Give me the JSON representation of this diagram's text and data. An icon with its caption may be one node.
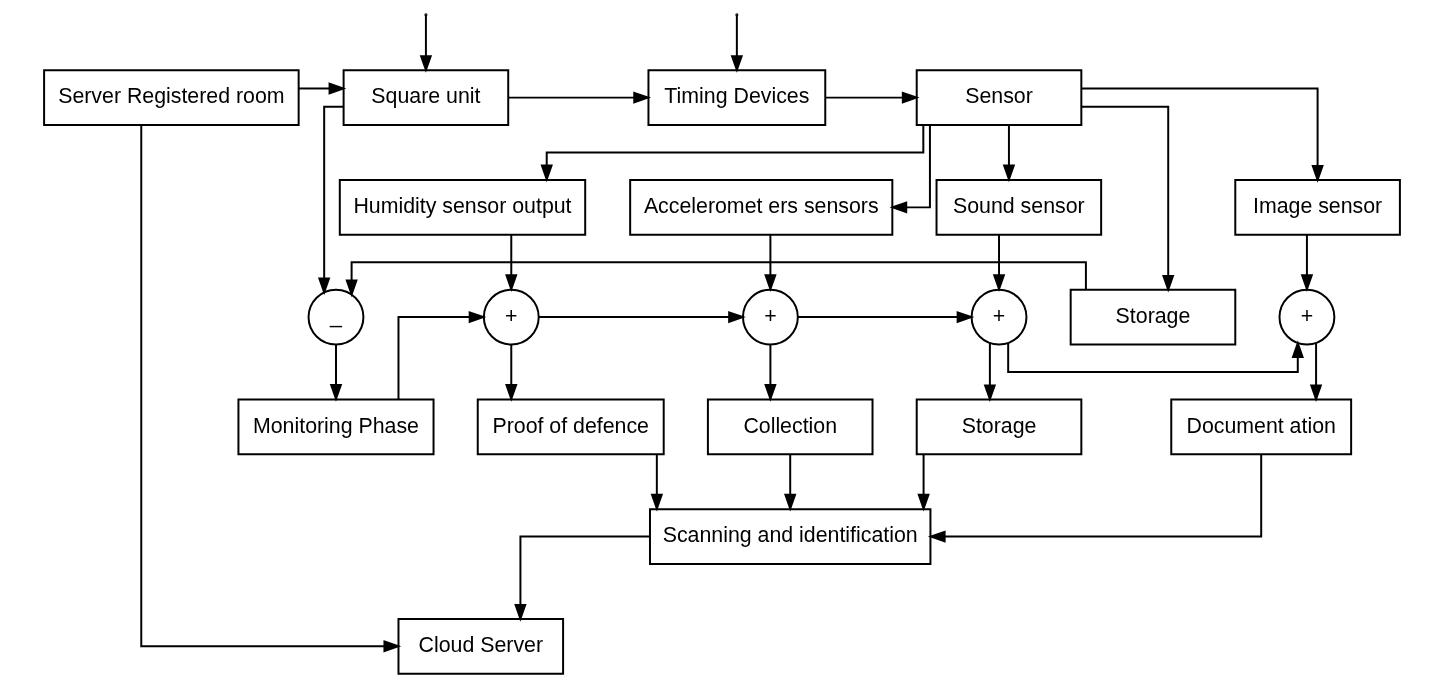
{
  "diagram": {
    "nodes": [
      {
        "text": [
          "Server Registered room"
        ]
      },
      {
        "text": [
          "Square unit"
        ]
      },
      {
        "text": [
          "Timing Devices"
        ]
      },
      {
        "text": [
          "Sensor"
        ]
      },
      {
        "text": [
          "Humidity sensor output"
        ]
      },
      {
        "text": [
          "Acceleromet ers sensors"
        ]
      },
      {
        "text": [
          "Sound sensor"
        ]
      },
      {
        "text": [
          "Image sensor"
        ]
      },
      {
        "text": [
          "_"
        ]
      },
      {
        "text": [
          "Storage"
        ]
      },
      {
        "text": [
          "+"
        ]
      },
      {
        "text": [
          "+"
        ]
      },
      {
        "text": [
          "+"
        ]
      },
      {
        "text": [
          "+"
        ]
      },
      {
        "text": [
          "Monitoring Phase"
        ]
      },
      {
        "text": [
          "Proof of defence"
        ]
      },
      {
        "text": [
          "Collection"
        ]
      },
      {
        "text": [
          "Storage"
        ]
      },
      {
        "text": [
          "Document ation"
        ]
      },
      {
        "text": [
          "Scanning and identification"
        ]
      },
      {
        "text": [
          "Cloud Server"
        ]
      }
    ],
    "edges": [
      {
        "from": 0,
        "to": 1,
        "arrow": "to"
      },
      {
        "from": 1,
        "to": 2,
        "arrow": "to"
      },
      {
        "from": 2,
        "to": 3,
        "arrow": "to"
      },
      {
        "from": null,
        "to": 1,
        "arrow": "to"
      },
      {
        "from": null,
        "to": 2,
        "arrow": "to"
      },
      {
        "from": 3,
        "to": 4,
        "arrow": "to"
      },
      {
        "from": 3,
        "to": 5,
        "arrow": "to"
      },
      {
        "from": 3,
        "to": 6,
        "arrow": "to"
      },
      {
        "from": 3,
        "to": 7,
        "arrow": "to"
      },
      {
        "from": 3,
        "to": 9,
        "arrow": "to"
      },
      {
        "from": 1,
        "to": 8,
        "arrow": "to"
      },
      {
        "from": 9,
        "to": 8,
        "arrow": "to"
      },
      {
        "from": 8,
        "to": 14,
        "arrow": "to"
      },
      {
        "from": 14,
        "to": 10,
        "arrow": "to"
      },
      {
        "from": 4,
        "to": 10,
        "arrow": "to"
      },
      {
        "from": 5,
        "to": 11,
        "arrow": "to"
      },
      {
        "from": 6,
        "to": 12,
        "arrow": "to"
      },
      {
        "from": 7,
        "to": 13,
        "arrow": "to"
      },
      {
        "from": 10,
        "to": 11,
        "arrow": "to"
      },
      {
        "from": 11,
        "to": 12,
        "arrow": "to"
      },
      {
        "from": 12,
        "to": 13,
        "arrow": "to"
      },
      {
        "from": 10,
        "to": 15,
        "arrow": "to"
      },
      {
        "from": 11,
        "to": 16,
        "arrow": "to"
      },
      {
        "from": 12,
        "to": 17,
        "arrow": "to"
      },
      {
        "from": 13,
        "to": 18,
        "arrow": "to"
      },
      {
        "from": 15,
        "to": 19,
        "arrow": "to"
      },
      {
        "from": 16,
        "to": 19,
        "arrow": "to"
      },
      {
        "from": 17,
        "to": 19,
        "arrow": "to"
      },
      {
        "from": 18,
        "to": 19,
        "arrow": "to"
      },
      {
        "from": 19,
        "to": 20,
        "arrow": "to"
      },
      {
        "from": 0,
        "to": 20,
        "arrow": "to"
      }
    ]
  }
}
